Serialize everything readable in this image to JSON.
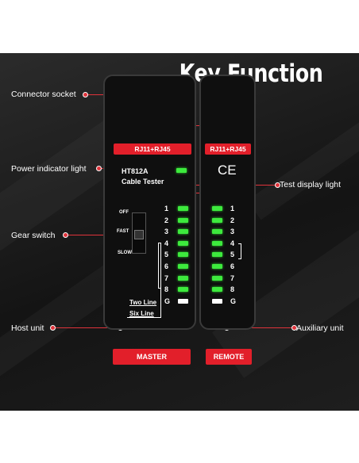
{
  "title": "Key Function",
  "callouts": {
    "connector_socket": "Connector socket",
    "power_indicator": "Power indicator light",
    "test_display": "Test display light",
    "gear_switch": "Gear switch",
    "host_unit": "Host unit",
    "auxiliary_unit": "Auxiliary unit"
  },
  "master": {
    "port_label": "RJ11+RJ45",
    "model": "HT812A",
    "subtitle": "Cable Tester",
    "switch": {
      "off": "OFF",
      "fast": "FAST",
      "slow": "SLOW"
    },
    "pins": [
      "1",
      "2",
      "3",
      "4",
      "5",
      "6",
      "7",
      "8",
      "G"
    ],
    "two_line": "Two Line",
    "six_line": "Six Line",
    "bottom_label": "MASTER"
  },
  "remote": {
    "port_label": "RJ11+RJ45",
    "ce_mark": "CE",
    "pins": [
      "1",
      "2",
      "3",
      "4",
      "5",
      "6",
      "7",
      "8",
      "G"
    ],
    "bottom_label": "REMOTE"
  },
  "colors": {
    "accent": "#e21f2a",
    "led_green": "#3dea3d",
    "panel": "#1c1c1c"
  }
}
